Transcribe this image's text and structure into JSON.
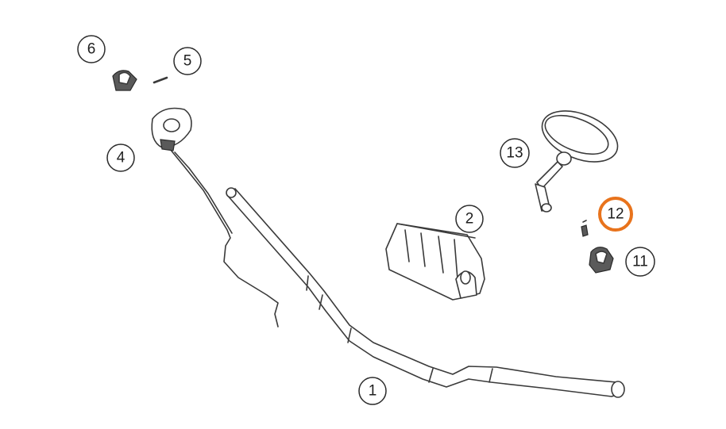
{
  "callouts": [
    {
      "id": "1",
      "label": "1",
      "highlighted": false
    },
    {
      "id": "2",
      "label": "2",
      "highlighted": false
    },
    {
      "id": "4",
      "label": "4",
      "highlighted": false
    },
    {
      "id": "5",
      "label": "5",
      "highlighted": false
    },
    {
      "id": "6",
      "label": "6",
      "highlighted": false
    },
    {
      "id": "11",
      "label": "11",
      "highlighted": false
    },
    {
      "id": "12",
      "label": "12",
      "highlighted": true
    },
    {
      "id": "13",
      "label": "13",
      "highlighted": false
    }
  ],
  "colors": {
    "highlight": "#e8731c",
    "outline": "#2b2b2b",
    "background": "#ffffff"
  }
}
